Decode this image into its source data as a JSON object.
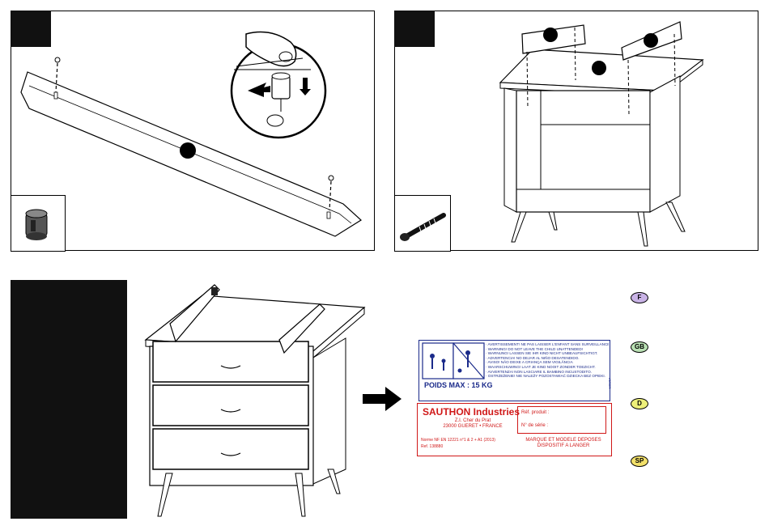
{
  "languages": [
    "F",
    "GB",
    "D",
    "SP"
  ],
  "warning_label": {
    "lines": [
      "· AVERTISSEMENT! NE PAS LAISSER L'ENFANT SANS SURVEILLANCE",
      "· WARNING! DO NOT LEAVE THE CHILD UNATTENDED!",
      "· WARNUNG! LASSEN SIE IHR KIND NICHT UNBEAUFSICHTIGT.",
      "· ADVERTENCIA! NO DEJAR AL NIÑO DESATENDIDO.",
      "· AVISO! NÃO DEIXE A CRIANÇA SEM VIGILÂNCIA",
      "· WAARSCHUWING! LAAT JE KIND NOOIT ZONDER TOEZICHT.",
      "· AVVERTENZA! NON LASCIARE IL BAMBINO INCUSTODITO.",
      "· OSTRZEŻENIE! NIE NALEŻY POZOSTAWIAĆ DZIECKA BEZ OPIEKI."
    ],
    "poids": "POIDS MAX : 15 KG",
    "code": "109867"
  },
  "maker_label": {
    "name": "SAUTHON Industries",
    "address": [
      "Z.I. Cher du Prat",
      "23000 GUERET • FRANCE"
    ],
    "norm": "Norme NF EN 12221 n°1 & 2 + A1 (2013)",
    "ref": "Ref. 138880",
    "ref_produit": "Réf. produit :",
    "serie": "N° de série :",
    "mark": [
      "MARQUE ET MODELE DEPOSES",
      "DISPOSITIF A LANGER"
    ]
  },
  "colors": {
    "warning_blue": "#1a2a8a",
    "maker_red": "#d01818",
    "badge_F": "#c9b3e6",
    "badge_GB": "#b9e0b3",
    "badge_D": "#eef07a",
    "badge_SP": "#f2e06a"
  }
}
